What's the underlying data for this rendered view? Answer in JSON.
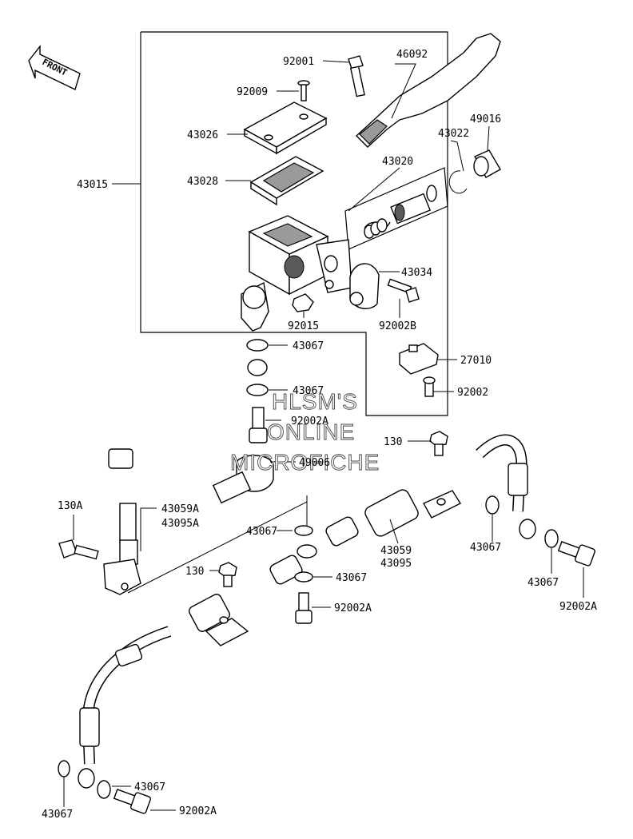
{
  "front_marker": "FRONT",
  "watermark": [
    "HLSM'S",
    "ONLINE",
    "MICROFICHE"
  ],
  "labels": {
    "l92001": "92001",
    "l46092": "46092",
    "l92009": "92009",
    "l43026": "43026",
    "l43022": "43022",
    "l49016": "49016",
    "l43015": "43015",
    "l43020": "43020",
    "l43028": "43028",
    "l43034": "43034",
    "l92015": "92015",
    "l92002B": "92002B",
    "l43067a": "43067",
    "l27010": "27010",
    "l43067b": "43067",
    "l92002": "92002",
    "l92002Aa": "92002A",
    "l130a": "130",
    "l49006": "49006",
    "l130A": "130A",
    "l43059A": "43059A",
    "l43095A": "43095A",
    "l43067c": "43067",
    "l43067d": "43067",
    "l43059": "43059",
    "l43095": "43095",
    "l130b": "130",
    "l43067e": "43067",
    "l92002Ab": "92002A",
    "l43067f": "43067",
    "l92002Ac": "92002A",
    "l43067g": "43067",
    "l43067h": "43067",
    "l92002Ad": "92002A"
  }
}
